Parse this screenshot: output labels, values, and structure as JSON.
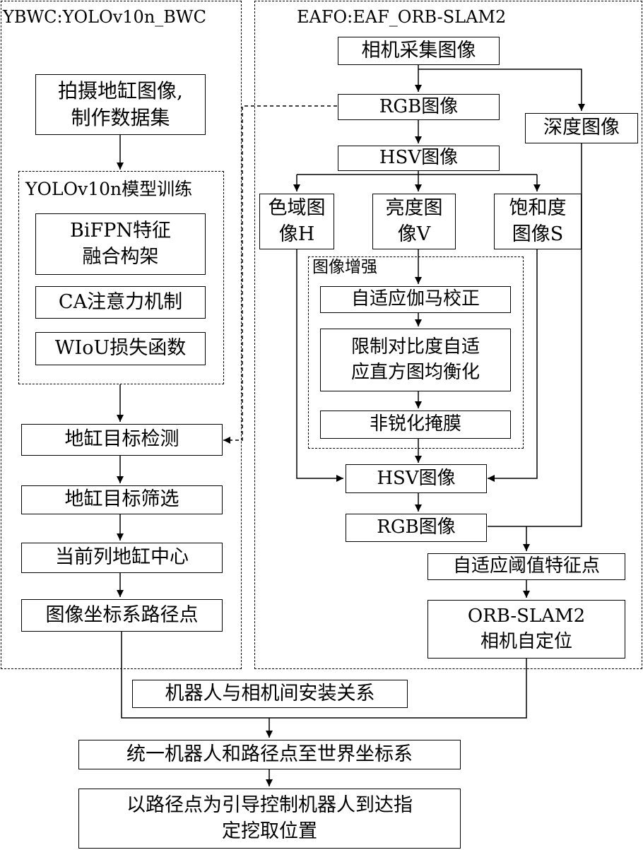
{
  "groups": {
    "ybwc": "YBWC:YOLOv10n_BWC",
    "eafo": "EAFO:EAF_ORB-SLAM2",
    "yolo_training": "YOLOv10n模型训练",
    "enhance": "图像增强"
  },
  "nodes": {
    "capture_dataset": "拍摄地缸图像,\n制作数据集",
    "bifpn": "BiFPN特征\n融合构架",
    "ca": "CA注意力机制",
    "wiou": "WIoU损失函数",
    "detect": "地缸目标检测",
    "filter": "地缸目标筛选",
    "center": "当前列地缸中心",
    "path_points": "图像坐标系路径点",
    "camera": "相机采集图像",
    "rgb1": "RGB图像",
    "depth": "深度图像",
    "hsv1": "HSV图像",
    "hue": "色域图\n像H",
    "value": "亮度图\n像V",
    "saturation": "饱和度\n图像S",
    "gamma": "自适应伽马校正",
    "clahe": "限制对比度自适\n应直方图均衡化",
    "unsharp": "非锐化掩膜",
    "hsv2": "HSV图像",
    "rgb2": "RGB图像",
    "features": "自适应阈值特征点",
    "orbslam": "ORB-SLAM2\n相机自定位",
    "mount": "机器人与相机间安装关系",
    "unify": "统一机器人和路径点至世界坐标系",
    "guide": "以路径点为引导控制机器人到达指\n定挖取位置"
  }
}
